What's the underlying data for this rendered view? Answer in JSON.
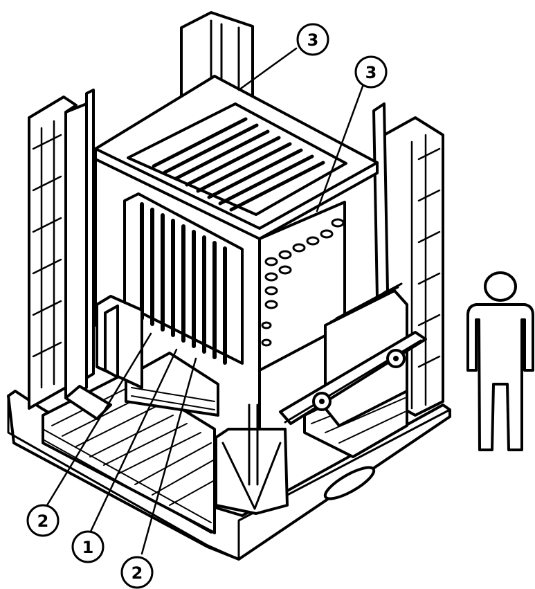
{
  "figure": {
    "kind": "isometric boiler furnace drawing with human scale figure",
    "colors": {
      "ink": "#000000",
      "paper": "#ffffff"
    }
  },
  "callouts": [
    {
      "id": "c1",
      "label": "3"
    },
    {
      "id": "c2",
      "label": "3"
    },
    {
      "id": "c3",
      "label": "2"
    },
    {
      "id": "c4",
      "label": "1"
    },
    {
      "id": "c5",
      "label": "2"
    }
  ]
}
